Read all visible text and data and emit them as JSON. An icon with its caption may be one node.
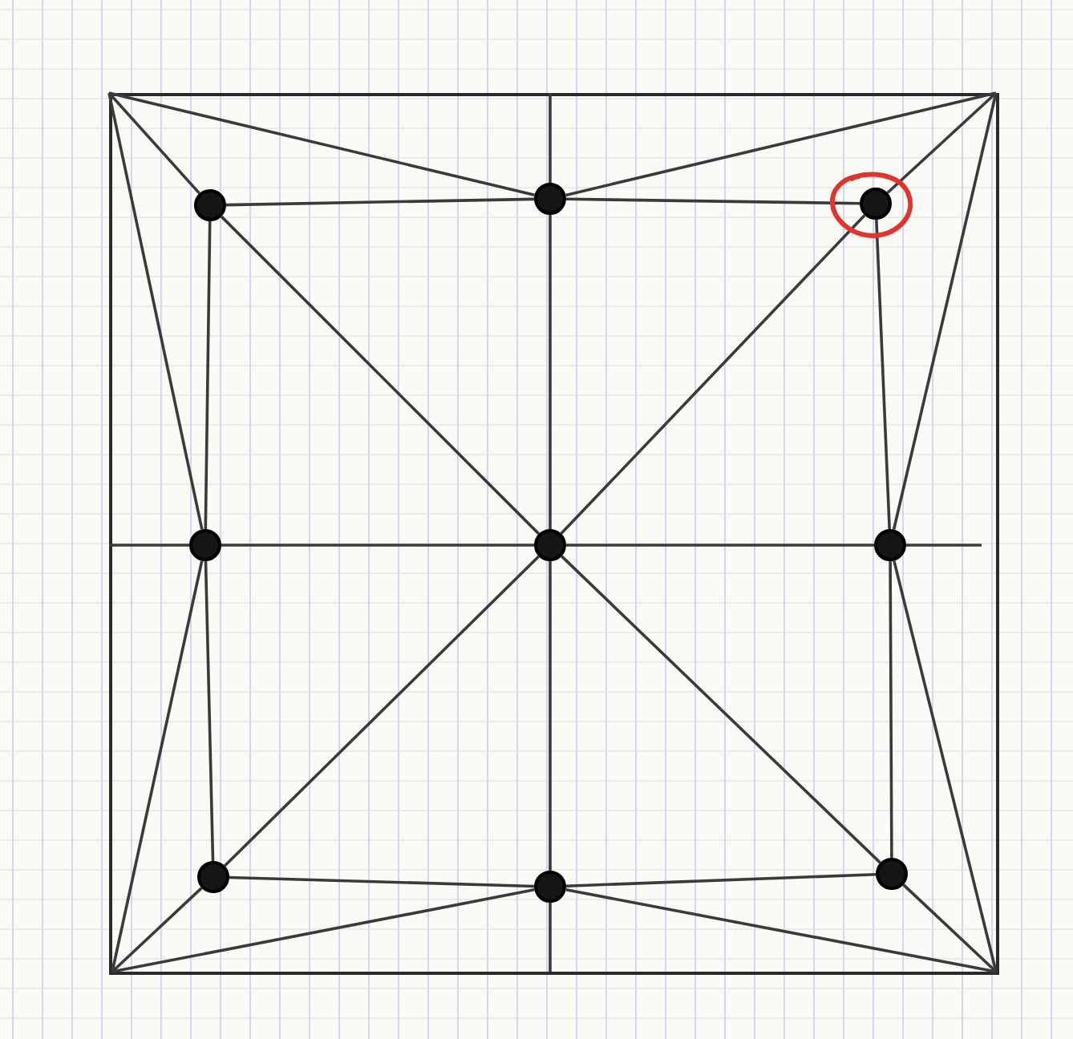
{
  "diagram": {
    "nodes": [
      {
        "text": [],
        "shape": "box"
      },
      {
        "text": [],
        "shape": "circle",
        "in": 0
      },
      {
        "text": [],
        "shape": "circle",
        "in": 0
      },
      {
        "text": [],
        "shape": "circle",
        "in": 0
      },
      {
        "text": [],
        "shape": "circle",
        "in": 0
      },
      {
        "text": [],
        "shape": "circle",
        "in": 0
      },
      {
        "text": [],
        "shape": "circle",
        "in": 0
      },
      {
        "text": [],
        "shape": "circle",
        "in": 0
      },
      {
        "text": [],
        "shape": "circle",
        "in": 0
      },
      {
        "text": [],
        "shape": "circle",
        "in": 0
      }
    ],
    "edges": [
      {
        "from": 1,
        "to": 2,
        "arrow": "none"
      },
      {
        "from": 2,
        "to": 3,
        "arrow": "none"
      },
      {
        "from": 3,
        "to": 6,
        "arrow": "none"
      },
      {
        "from": 6,
        "to": 9,
        "arrow": "none"
      },
      {
        "from": 9,
        "to": 8,
        "arrow": "none"
      },
      {
        "from": 8,
        "to": 7,
        "arrow": "none"
      },
      {
        "from": 7,
        "to": 4,
        "arrow": "none"
      },
      {
        "from": 4,
        "to": 1,
        "arrow": "none"
      },
      {
        "from": 2,
        "to": 5,
        "arrow": "none"
      },
      {
        "from": 5,
        "to": 8,
        "arrow": "none"
      },
      {
        "from": 4,
        "to": 5,
        "arrow": "none"
      },
      {
        "from": 5,
        "to": 6,
        "arrow": "none"
      },
      {
        "from": 1,
        "to": 5,
        "arrow": "none"
      },
      {
        "from": 5,
        "to": 9,
        "arrow": "none"
      },
      {
        "from": 3,
        "to": 5,
        "arrow": "none"
      },
      {
        "from": 5,
        "to": 7,
        "arrow": "none"
      },
      {
        "from": 2,
        "to": 0,
        "arrow": "none"
      },
      {
        "from": 8,
        "to": 0,
        "arrow": "none"
      },
      {
        "from": 4,
        "to": 0,
        "arrow": "none"
      },
      {
        "from": 6,
        "to": 0,
        "arrow": "none"
      },
      {
        "from": 1,
        "to": 0,
        "arrow": "none"
      },
      {
        "from": 2,
        "to": 0,
        "arrow": "none"
      },
      {
        "from": 4,
        "to": 0,
        "arrow": "none"
      },
      {
        "from": 2,
        "to": 0,
        "arrow": "none"
      },
      {
        "from": 3,
        "to": 0,
        "arrow": "none"
      },
      {
        "from": 6,
        "to": 0,
        "arrow": "none"
      },
      {
        "from": 4,
        "to": 0,
        "arrow": "none"
      },
      {
        "from": 7,
        "to": 0,
        "arrow": "none"
      },
      {
        "from": 8,
        "to": 0,
        "arrow": "none"
      },
      {
        "from": 6,
        "to": 0,
        "arrow": "none"
      },
      {
        "from": 8,
        "to": 0,
        "arrow": "none"
      },
      {
        "from": 9,
        "to": 0,
        "arrow": "none"
      }
    ]
  }
}
